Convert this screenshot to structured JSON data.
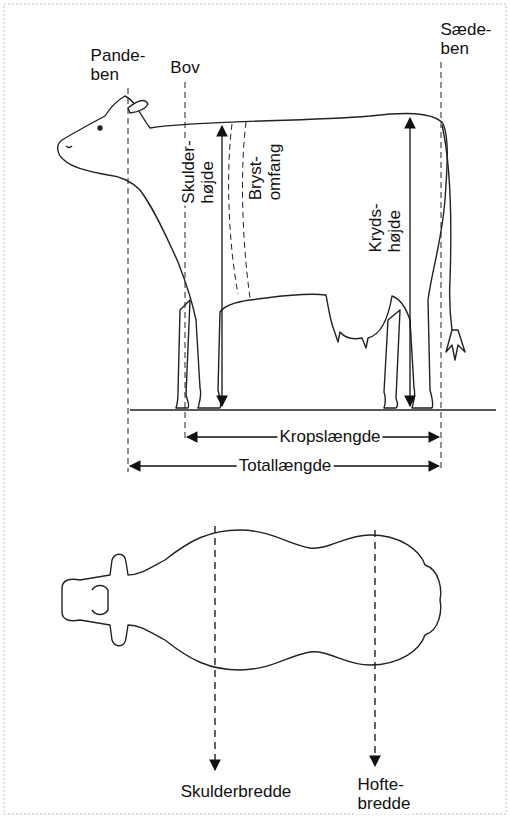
{
  "diagram": {
    "labels": [
      "Pande- ben",
      "Bov",
      "Sæde- ben",
      "Skulder- højde",
      "Bryst- omfang",
      "Kryds- højde",
      "Kropslængde",
      "Totallængde",
      "Skulderbredde",
      "Hofte- bredde"
    ]
  }
}
